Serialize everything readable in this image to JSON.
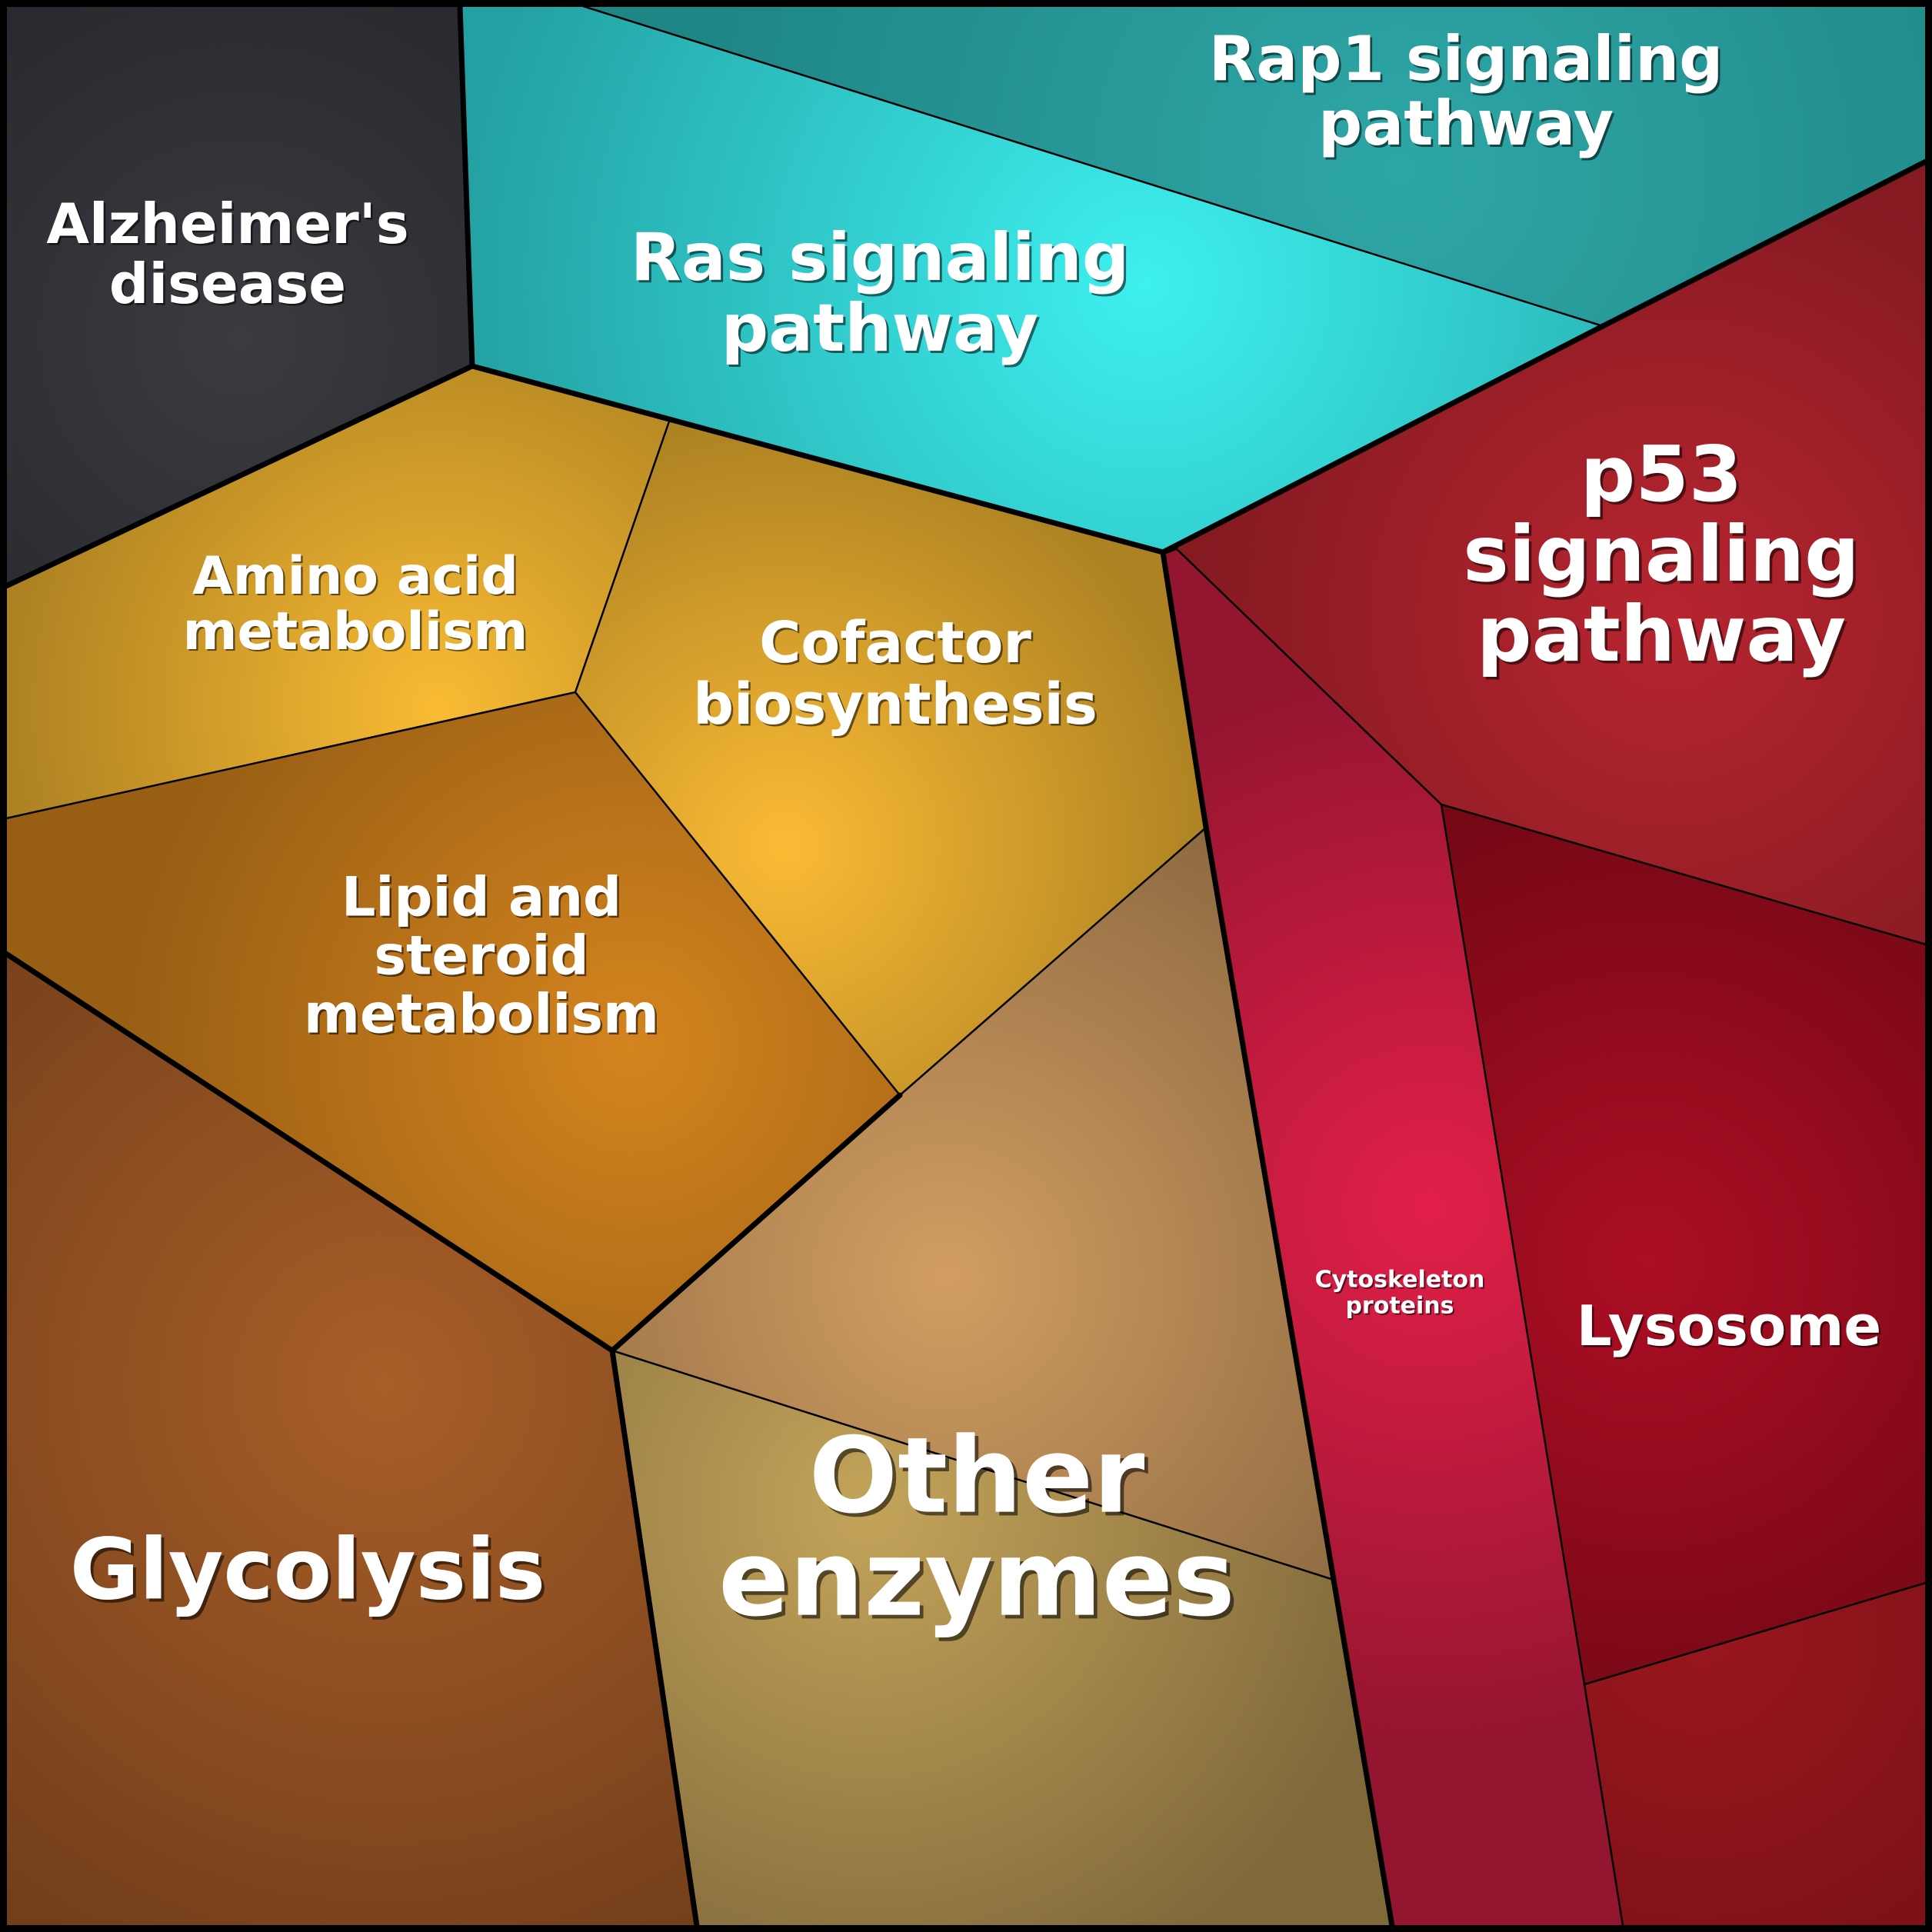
{
  "title": "Voronoi treemap of pathway categories",
  "cells": [
    {
      "id": "alzheimers",
      "label_lines": [
        "Alzheimer's",
        "disease"
      ],
      "group": "disease",
      "color_center": "#3a3b40",
      "color_edge": "#26272c"
    },
    {
      "id": "ras",
      "label_lines": [
        "Ras signaling",
        "pathway"
      ],
      "group": "signaling",
      "color_center": "#3ef0f0",
      "color_edge": "#23a0a2"
    },
    {
      "id": "rap1",
      "label_lines": [
        "Rap1 signaling",
        "pathway"
      ],
      "group": "signaling",
      "color_center": "#2ea6a6",
      "color_edge": "#1f8686"
    },
    {
      "id": "amino-acid",
      "label_lines": [
        "Amino acid",
        "metabolism"
      ],
      "group": "metabolism",
      "color_center": "#f9bb33",
      "color_edge": "#ad8222"
    },
    {
      "id": "cofactor",
      "label_lines": [
        "Cofactor",
        "biosynthesis"
      ],
      "group": "metabolism",
      "color_center": "#fbbb35",
      "color_edge": "#ad8222"
    },
    {
      "id": "lipid",
      "label_lines": [
        "Lipid and",
        "steroid",
        "metabolism"
      ],
      "group": "metabolism",
      "color_center": "#d4841e",
      "color_edge": "#985e14"
    },
    {
      "id": "glycolysis",
      "label_lines": [
        "Glycolysis"
      ],
      "group": "metabolism",
      "color_center": "#a85e27",
      "color_edge": "#733f1b"
    },
    {
      "id": "other-enzymes-top",
      "label_lines": [],
      "group": "enzymes",
      "color_center": "#d29e62",
      "color_edge": "#8b6840"
    },
    {
      "id": "other-enzymes-bottom",
      "label_lines": [],
      "group": "enzymes",
      "color_center": "#c4a45a",
      "color_edge": "#7f683a"
    },
    {
      "id": "cytoskeleton",
      "label_lines": [
        "Cytoskeleton",
        "proteins"
      ],
      "group": "cellular",
      "color_center": "#e21f48",
      "color_edge": "#941530"
    },
    {
      "id": "p53",
      "label_lines": [
        "p53",
        "signaling",
        "pathway"
      ],
      "group": "cellular",
      "color_center": "#b72530",
      "color_edge": "#851a21"
    },
    {
      "id": "lysosome",
      "label_lines": [
        "Lysosome"
      ],
      "group": "cellular",
      "color_center": "#ac0e24",
      "color_edge": "#740814"
    },
    {
      "id": "unlabeled-bottom-right",
      "label_lines": [],
      "group": "cellular",
      "color_center": "#9a161e",
      "color_edge": "#771016"
    }
  ],
  "group_label": {
    "id": "other-enzymes",
    "label_lines": [
      "Other",
      "enzymes"
    ]
  }
}
